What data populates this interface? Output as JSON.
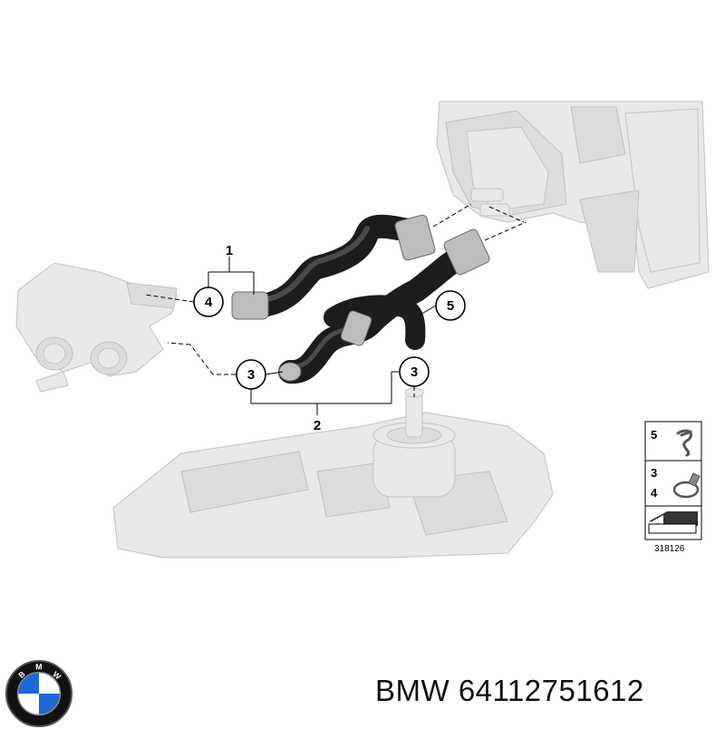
{
  "callouts": {
    "c1": "1",
    "c2": "2",
    "c3a": "3",
    "c3b": "3",
    "c4": "4",
    "c5": "5"
  },
  "legend": {
    "row1": "5",
    "row2a": "3",
    "row2b": "4",
    "ref_number": "318126"
  },
  "logo": {
    "letters": "BMW",
    "colors": {
      "blue": "#1c69d4",
      "white": "#ffffff",
      "ring": "#111111"
    }
  },
  "footer": {
    "title": "BMW 64112751612"
  }
}
